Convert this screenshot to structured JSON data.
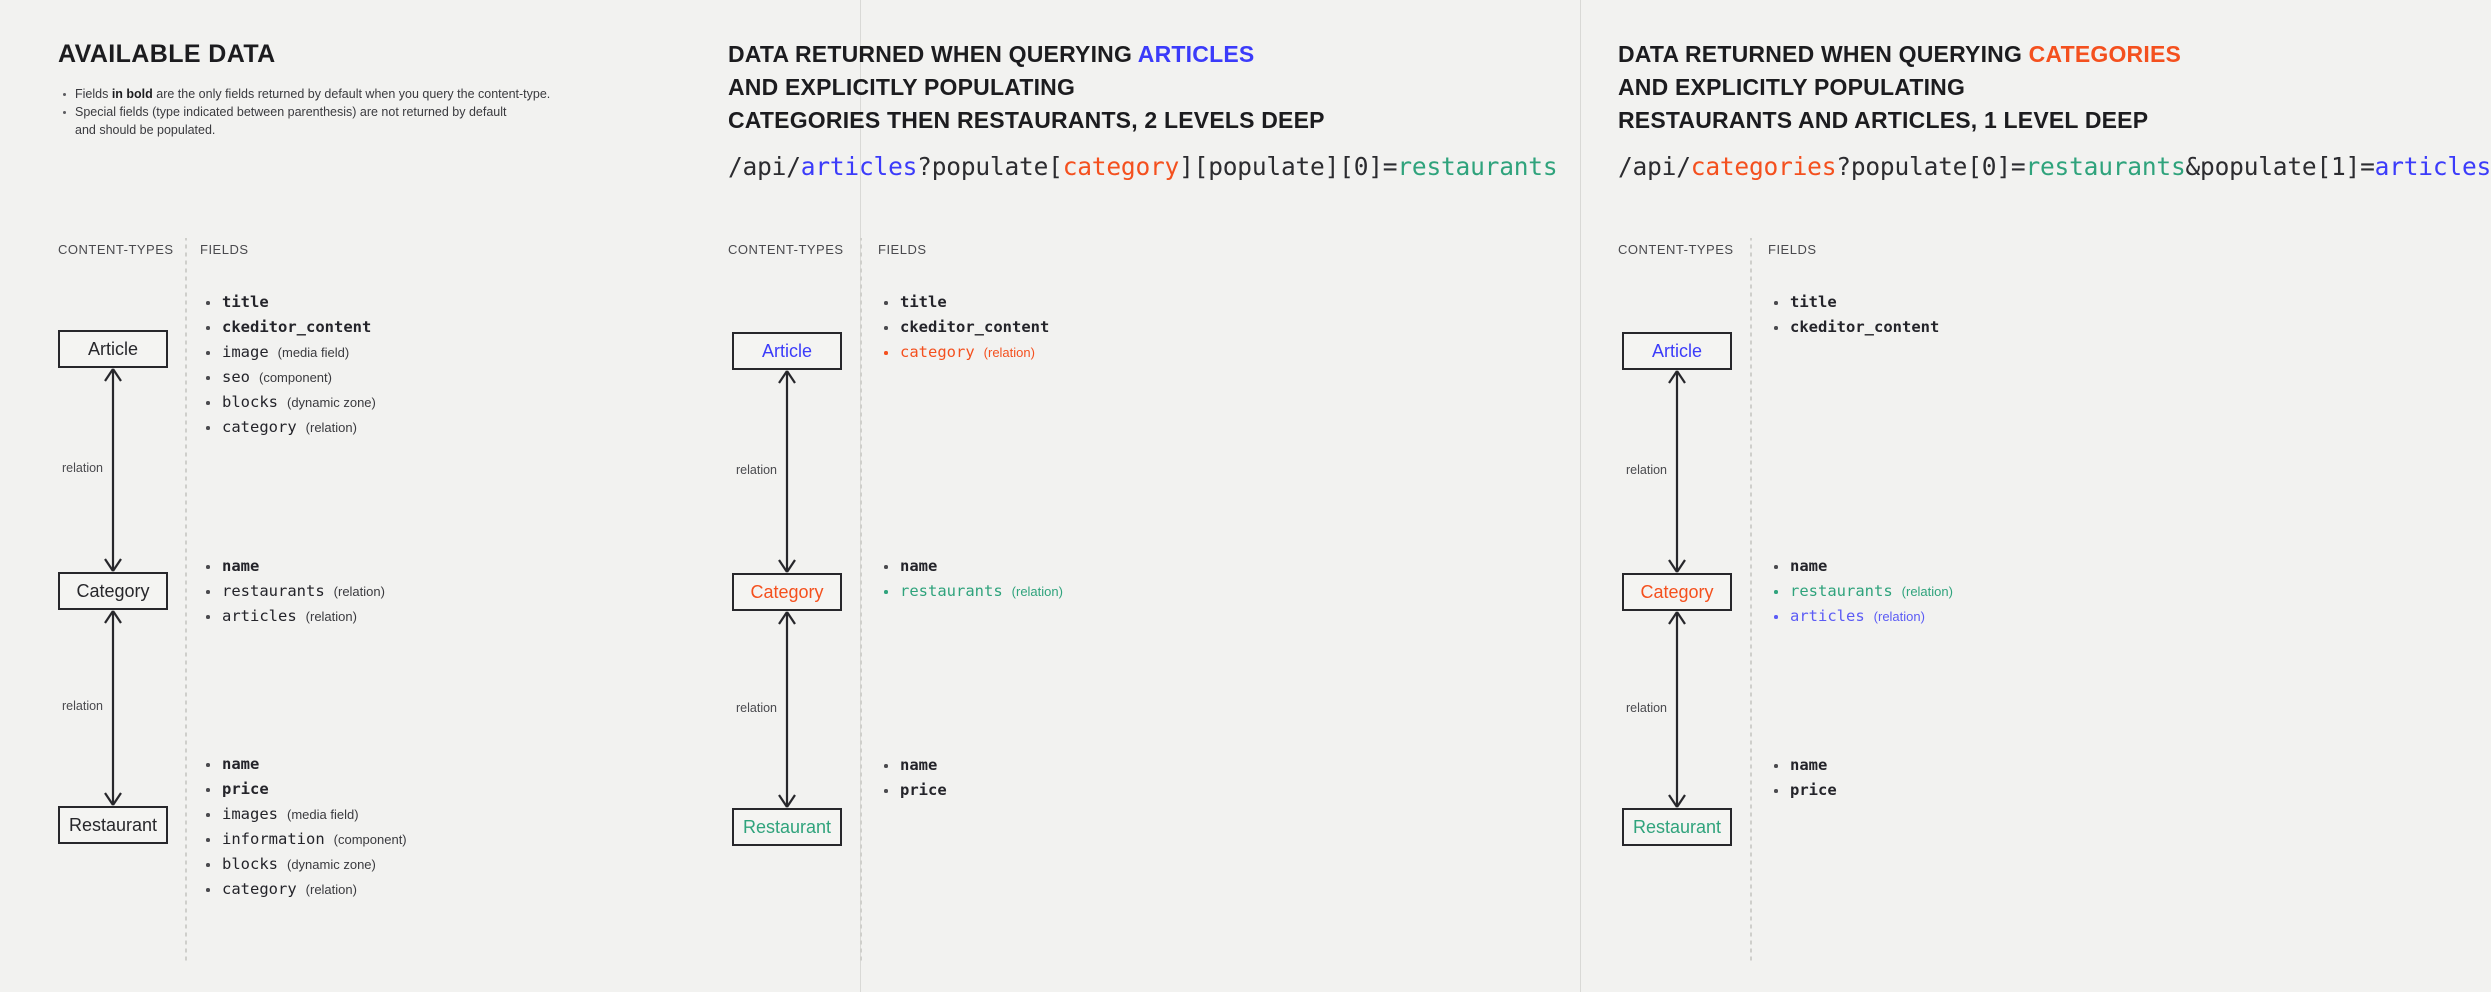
{
  "palette": {
    "background": "#f2f2f0",
    "text": "#24242a",
    "articles_blue": "#3b3bfa",
    "categories_red": "#f4501e",
    "restaurants_teal": "#2fa37c"
  },
  "columns": [
    {
      "id": "available-data",
      "heading_lines": [
        "AVAILABLE DATA"
      ],
      "notes": [
        {
          "pre": "Fields ",
          "bold": "in bold",
          "post": " are the only fields returned by default when you query the content-type."
        },
        {
          "pre": "Special fields (type indicated between parenthesis) are not returned by default",
          "bold": "",
          "post": ""
        },
        {
          "pre": "and should be populated.",
          "bold": "",
          "post": ""
        }
      ],
      "pane_labels": {
        "content_types": "CONTENT-TYPES",
        "fields": "FIELDS"
      },
      "nodes": [
        {
          "label": "Article",
          "color": "plain"
        },
        {
          "label": "Category",
          "color": "plain"
        },
        {
          "label": "Restaurant",
          "color": "plain"
        }
      ],
      "connectors": [
        {
          "label": "relation"
        },
        {
          "label": "relation"
        }
      ],
      "field_groups": [
        {
          "owner": "Article",
          "items": [
            {
              "name": "title",
              "type": "",
              "bold": true,
              "color": "plain"
            },
            {
              "name": "ckeditor_content",
              "type": "",
              "bold": true,
              "color": "plain"
            },
            {
              "name": "image",
              "type": "(media field)",
              "bold": false,
              "color": "plain"
            },
            {
              "name": "seo",
              "type": "(component)",
              "bold": false,
              "color": "plain"
            },
            {
              "name": "blocks",
              "type": "(dynamic zone)",
              "bold": false,
              "color": "plain"
            },
            {
              "name": "category",
              "type": "(relation)",
              "bold": false,
              "color": "plain"
            }
          ]
        },
        {
          "owner": "Category",
          "items": [
            {
              "name": "name",
              "type": "",
              "bold": true,
              "color": "plain"
            },
            {
              "name": "restaurants",
              "type": "(relation)",
              "bold": false,
              "color": "plain"
            },
            {
              "name": "articles",
              "type": "(relation)",
              "bold": false,
              "color": "plain"
            }
          ]
        },
        {
          "owner": "Restaurant",
          "items": [
            {
              "name": "name",
              "type": "",
              "bold": true,
              "color": "plain"
            },
            {
              "name": "price",
              "type": "",
              "bold": true,
              "color": "plain"
            },
            {
              "name": "images",
              "type": "(media field)",
              "bold": false,
              "color": "plain"
            },
            {
              "name": "information",
              "type": "(component)",
              "bold": false,
              "color": "plain"
            },
            {
              "name": "blocks",
              "type": "(dynamic zone)",
              "bold": false,
              "color": "plain"
            },
            {
              "name": "category",
              "type": "(relation)",
              "bold": false,
              "color": "plain"
            }
          ]
        }
      ]
    },
    {
      "id": "query-articles",
      "heading_lines": [
        "DATA RETURNED WHEN QUERYING ARTICLES",
        "AND EXPLICITLY POPULATING",
        "CATEGORIES THEN RESTAURANTS, 2 LEVELS DEEP"
      ],
      "heading_highlight": "ARTICLES",
      "api_url": "/api/articles?populate[category][populate][0]=restaurants",
      "api_parts": [
        {
          "text": "/api/",
          "color": "plain"
        },
        {
          "text": "articles",
          "color": "blue"
        },
        {
          "text": "?populate[",
          "color": "plain"
        },
        {
          "text": "category",
          "color": "red"
        },
        {
          "text": "][populate][0]=",
          "color": "plain"
        },
        {
          "text": "restaurants",
          "color": "teal"
        }
      ],
      "pane_labels": {
        "content_types": "CONTENT-TYPES",
        "fields": "FIELDS"
      },
      "nodes": [
        {
          "label": "Article",
          "color": "blue"
        },
        {
          "label": "Category",
          "color": "red"
        },
        {
          "label": "Restaurant",
          "color": "teal"
        }
      ],
      "connectors": [
        {
          "label": "relation"
        },
        {
          "label": "relation"
        }
      ],
      "field_groups": [
        {
          "owner": "Article",
          "items": [
            {
              "name": "title",
              "type": "",
              "bold": true,
              "color": "plain"
            },
            {
              "name": "ckeditor_content",
              "type": "",
              "bold": true,
              "color": "plain"
            },
            {
              "name": "category",
              "type": "(relation)",
              "bold": false,
              "color": "red"
            }
          ]
        },
        {
          "owner": "Category",
          "items": [
            {
              "name": "name",
              "type": "",
              "bold": true,
              "color": "plain"
            },
            {
              "name": "restaurants",
              "type": "(relation)",
              "bold": false,
              "color": "teal"
            }
          ]
        },
        {
          "owner": "Restaurant",
          "items": [
            {
              "name": "name",
              "type": "",
              "bold": true,
              "color": "plain"
            },
            {
              "name": "price",
              "type": "",
              "bold": true,
              "color": "plain"
            }
          ]
        }
      ]
    },
    {
      "id": "query-categories",
      "heading_lines": [
        "DATA RETURNED WHEN QUERYING CATEGORIES",
        "AND EXPLICITLY POPULATING",
        "RESTAURANTS AND ARTICLES, 1 LEVEL DEEP"
      ],
      "heading_highlight": "CATEGORIES",
      "api_url": "/api/categories?populate[0]=restaurants&populate[1]=articles",
      "api_parts": [
        {
          "text": "/api/",
          "color": "plain"
        },
        {
          "text": "categories",
          "color": "red"
        },
        {
          "text": "?populate[0]=",
          "color": "plain"
        },
        {
          "text": "restaurants",
          "color": "teal"
        },
        {
          "text": "&populate[1]=",
          "color": "plain"
        },
        {
          "text": "articles",
          "color": "blue"
        }
      ],
      "pane_labels": {
        "content_types": "CONTENT-TYPES",
        "fields": "FIELDS"
      },
      "nodes": [
        {
          "label": "Article",
          "color": "blue"
        },
        {
          "label": "Category",
          "color": "red"
        },
        {
          "label": "Restaurant",
          "color": "teal"
        }
      ],
      "connectors": [
        {
          "label": "relation"
        },
        {
          "label": "relation"
        }
      ],
      "field_groups": [
        {
          "owner": "Article",
          "items": [
            {
              "name": "title",
              "type": "",
              "bold": true,
              "color": "plain"
            },
            {
              "name": "ckeditor_content",
              "type": "",
              "bold": true,
              "color": "plain"
            }
          ]
        },
        {
          "owner": "Category",
          "items": [
            {
              "name": "name",
              "type": "",
              "bold": true,
              "color": "plain"
            },
            {
              "name": "restaurants",
              "type": "(relation)",
              "bold": false,
              "color": "teal"
            },
            {
              "name": "articles",
              "type": "(relation)",
              "bold": false,
              "color": "blue"
            }
          ]
        },
        {
          "owner": "Restaurant",
          "items": [
            {
              "name": "name",
              "type": "",
              "bold": true,
              "color": "plain"
            },
            {
              "name": "price",
              "type": "",
              "bold": true,
              "color": "plain"
            }
          ]
        }
      ]
    }
  ]
}
